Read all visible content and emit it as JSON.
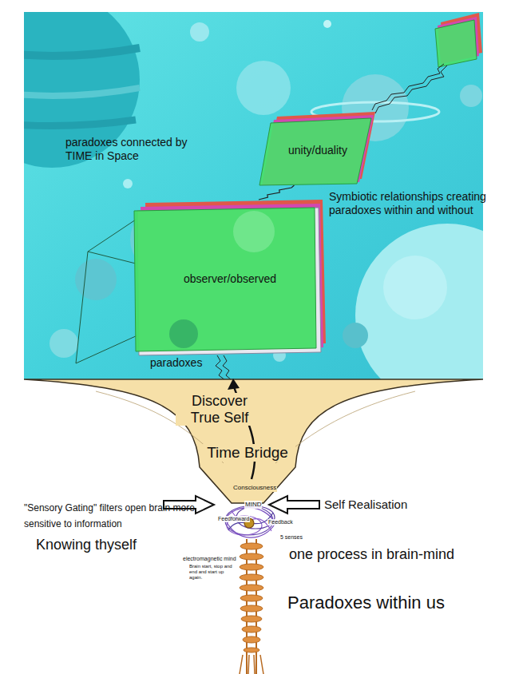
{
  "diagram": {
    "nodes": [
      {
        "text": [
          "unity/duality"
        ]
      },
      {
        "text": [
          "observer/observed"
        ]
      },
      {
        "text": [
          "Discover True Self",
          "Time Bridge"
        ]
      }
    ],
    "edges": [
      {
        "from": 0,
        "to": 1,
        "arrow": "none"
      }
    ],
    "labels": [
      "paradoxes connected by TIME in Space",
      "Symbiotic relationships creating paradoxes within and without",
      "paradoxes",
      "\"Sensory Gating\" filters open brain more sensitive to information",
      "Self Realisation",
      "Knowing thyself",
      "one process in brain-mind",
      "Paradoxes within us",
      "Consciousness",
      "MIND",
      "Feedforward",
      "Feedback",
      "5 senses",
      "electromagnetic mind",
      "Brain start, stop and end and start up again."
    ]
  }
}
